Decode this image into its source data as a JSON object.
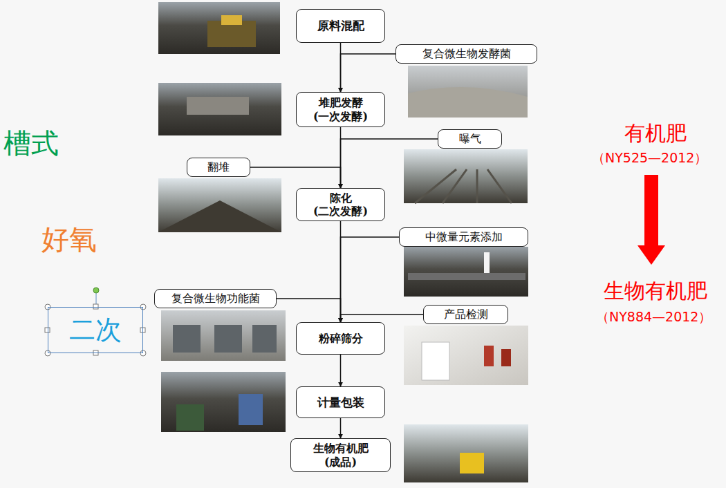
{
  "diagram": {
    "nodes": [
      {
        "text": [
          "原料混配"
        ]
      },
      {
        "text": [
          "复合微生物发酵菌"
        ]
      },
      {
        "text": [
          "堆肥发酵",
          "(一次发酵)"
        ]
      },
      {
        "text": [
          "曝气"
        ]
      },
      {
        "text": [
          "翻堆"
        ]
      },
      {
        "text": [
          "陈化",
          "(二次发酵)"
        ]
      },
      {
        "text": [
          "中微量元素添加"
        ]
      },
      {
        "text": [
          "复合微生物功能菌"
        ]
      },
      {
        "text": [
          "二次"
        ]
      },
      {
        "text": [
          "产品检测"
        ]
      },
      {
        "text": [
          "粉碎筛分"
        ]
      },
      {
        "text": [
          "计量包装"
        ]
      },
      {
        "text": [
          "生物有机肥",
          "(成品)"
        ]
      }
    ],
    "edges": [
      {
        "from": 0,
        "to": 2,
        "arrow": "to"
      },
      {
        "from": 1,
        "to": 2,
        "arrow": "to"
      },
      {
        "from": 2,
        "to": 5,
        "arrow": "to"
      },
      {
        "from": 3,
        "to": 5,
        "arrow": "to"
      },
      {
        "from": 4,
        "to": 5,
        "arrow": "to"
      },
      {
        "from": 5,
        "to": 10,
        "arrow": "to"
      },
      {
        "from": 6,
        "to": 10,
        "arrow": "to"
      },
      {
        "from": 7,
        "to": 10,
        "arrow": "to"
      },
      {
        "from": 9,
        "to": 10,
        "arrow": "to"
      },
      {
        "from": 10,
        "to": 11,
        "arrow": "to"
      },
      {
        "from": 11,
        "to": 12,
        "arrow": "to"
      }
    ],
    "labels": [
      "槽式",
      "好氧",
      "有机肥",
      "（NY525—2012）",
      "生物有机肥",
      "（NY884—2012）"
    ]
  }
}
